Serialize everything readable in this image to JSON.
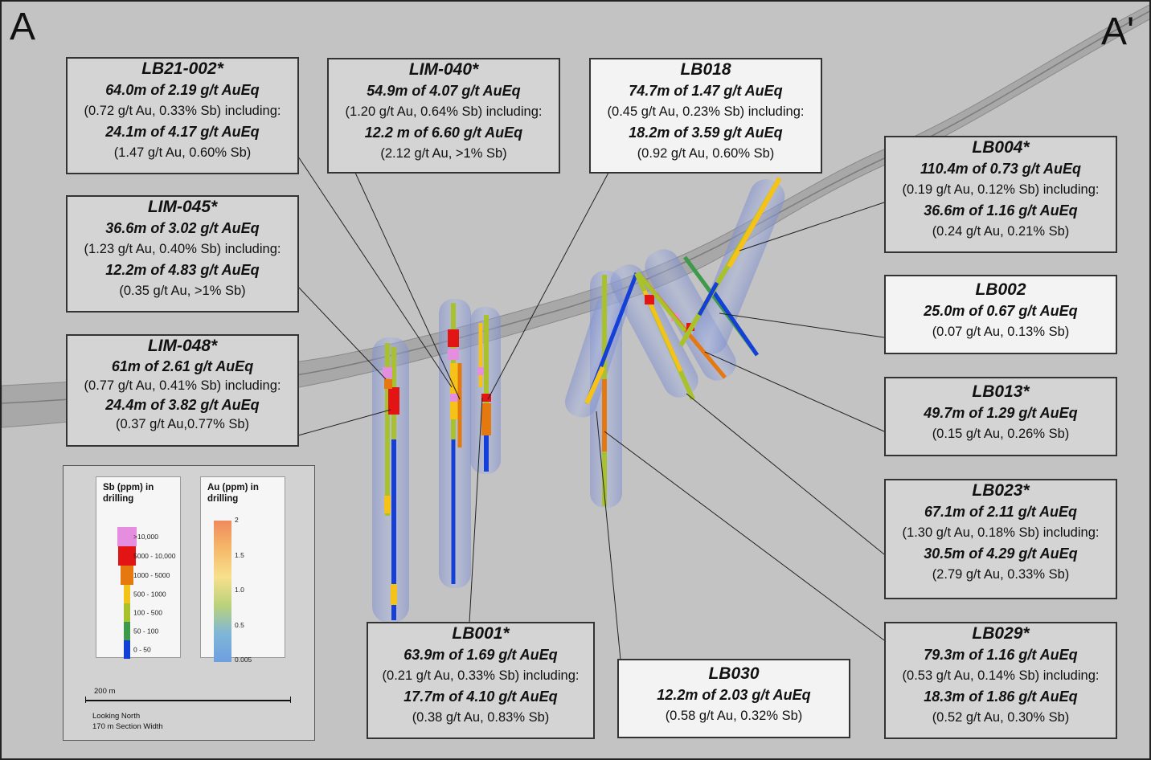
{
  "corners": {
    "left": "A",
    "right": "A'"
  },
  "boxes": {
    "lb21_002": {
      "title": "LB21-002*",
      "l1": "64.0m of 2.19 g/t AuEq",
      "l2": "(0.72 g/t Au, 0.33% Sb) including:",
      "l3": "24.1m of 4.17 g/t AuEq",
      "l4": "(1.47 g/t Au, 0.60% Sb)"
    },
    "lim_045": {
      "title": "LIM-045*",
      "l1": "36.6m of 3.02 g/t AuEq",
      "l2": "(1.23 g/t Au, 0.40% Sb) including:",
      "l3": "12.2m of 4.83 g/t AuEq",
      "l4": "(0.35 g/t Au, >1% Sb)"
    },
    "lim_048": {
      "title": "LIM-048*",
      "l1": "61m of 2.61 g/t AuEq",
      "l2": "(0.77 g/t Au, 0.41% Sb) including:",
      "l3": "24.4m of 3.82 g/t AuEq",
      "l4": "(0.37 g/t Au,0.77% Sb)"
    },
    "lim_040": {
      "title": "LIM-040*",
      "l1": "54.9m of 4.07 g/t AuEq",
      "l2": "(1.20 g/t Au, 0.64% Sb) including:",
      "l3": "12.2 m of 6.60 g/t AuEq",
      "l4": "(2.12 g/t Au, >1% Sb)"
    },
    "lb018": {
      "title": "LB018",
      "l1": "74.7m of 1.47 g/t AuEq",
      "l2": "(0.45 g/t Au, 0.23% Sb) including:",
      "l3": "18.2m of 3.59 g/t AuEq",
      "l4": "(0.92 g/t Au, 0.60% Sb)"
    },
    "lb004": {
      "title": "LB004*",
      "l1": "110.4m of 0.73 g/t AuEq",
      "l2": "(0.19 g/t Au, 0.12% Sb) including:",
      "l3": "36.6m of 1.16 g/t AuEq",
      "l4": "(0.24 g/t Au, 0.21% Sb)"
    },
    "lb002": {
      "title": "LB002",
      "l1": "25.0m of 0.67 g/t AuEq",
      "l2": "(0.07 g/t Au, 0.13% Sb)"
    },
    "lb013": {
      "title": "LB013*",
      "l1": "49.7m of 1.29 g/t AuEq",
      "l2": "(0.15 g/t Au, 0.26% Sb)"
    },
    "lb023": {
      "title": "LB023*",
      "l1": "67.1m of 2.11 g/t AuEq",
      "l2": "(1.30 g/t Au, 0.18% Sb) including:",
      "l3": "30.5m of 4.29 g/t AuEq",
      "l4": "(2.79 g/t Au, 0.33% Sb)"
    },
    "lb029": {
      "title": "LB029*",
      "l1": "79.3m of 1.16 g/t AuEq",
      "l2": "(0.53 g/t Au, 0.14% Sb) including:",
      "l3": "18.3m of 1.86 g/t AuEq",
      "l4": "(0.52 g/t Au, 0.30% Sb)"
    },
    "lb001": {
      "title": "LB001*",
      "l1": "63.9m of 1.69 g/t AuEq",
      "l2": "(0.21 g/t Au, 0.33% Sb) including:",
      "l3": "17.7m of 4.10 g/t AuEq",
      "l4": "(0.38 g/t Au, 0.83% Sb)"
    },
    "lb030": {
      "title": "LB030",
      "l1": "12.2m of 2.03 g/t AuEq",
      "l2": "(0.58 g/t Au, 0.32% Sb)"
    }
  },
  "legend": {
    "sb_title": "Sb (ppm) in drilling",
    "au_title": "Au (ppm) in drilling",
    "sb_classes": [
      {
        "label": ">10,000",
        "color": "#e58ee0"
      },
      {
        "label": "5000 - 10,000",
        "color": "#e31414"
      },
      {
        "label": "1000 - 5000",
        "color": "#e5780e"
      },
      {
        "label": "500 - 1000",
        "color": "#f5c21a"
      },
      {
        "label": "100 - 500",
        "color": "#a9c12a"
      },
      {
        "label": "50 - 100",
        "color": "#3d9a4a"
      },
      {
        "label": "0 - 50",
        "color": "#1540d8"
      }
    ],
    "au_ticks": [
      "2",
      "1.5",
      "1.0",
      "0.5",
      "0.005"
    ],
    "au_gradient": [
      "#f08a5d",
      "#f5b96a",
      "#f7e08c",
      "#b9d27a",
      "#7fb6d8",
      "#6e9fe0"
    ],
    "scale_label": "200 m",
    "note1": "Looking North",
    "note2": "170 m Section Width"
  },
  "colors": {
    "background": "#c3c3c3",
    "surface": "#909090"
  }
}
